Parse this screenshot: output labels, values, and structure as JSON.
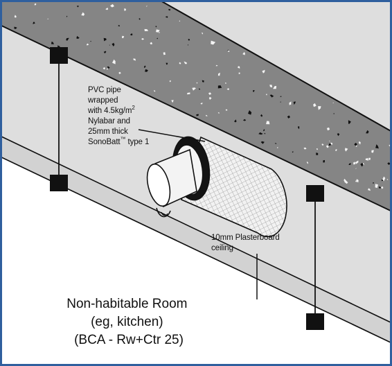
{
  "diagram": {
    "pipe_label": {
      "line1": "PVC pipe",
      "line2": "wrapped",
      "line3_pre": "with 4.5kg/m",
      "line3_sup": "2",
      "line4": "Nylabar and",
      "line5": "25mm thick",
      "line6_pre": "SonoBatt",
      "line6_sup": "™",
      "line6_post": " type 1"
    },
    "ceiling_label": {
      "line1": "10mm Plasterboard",
      "line2": "ceiling"
    },
    "room_label": {
      "line1": "Non-habitable Room",
      "line2": "(eg, kitchen)",
      "line3": "(BCA - Rw+Ctr 25)"
    }
  },
  "colors": {
    "frame": "#2f5f9e",
    "background_fill": "#dedede",
    "concrete": "#858585",
    "plasterboard": "#d2d2d2",
    "room_fill": "#ffffff",
    "ink": "#111111"
  }
}
